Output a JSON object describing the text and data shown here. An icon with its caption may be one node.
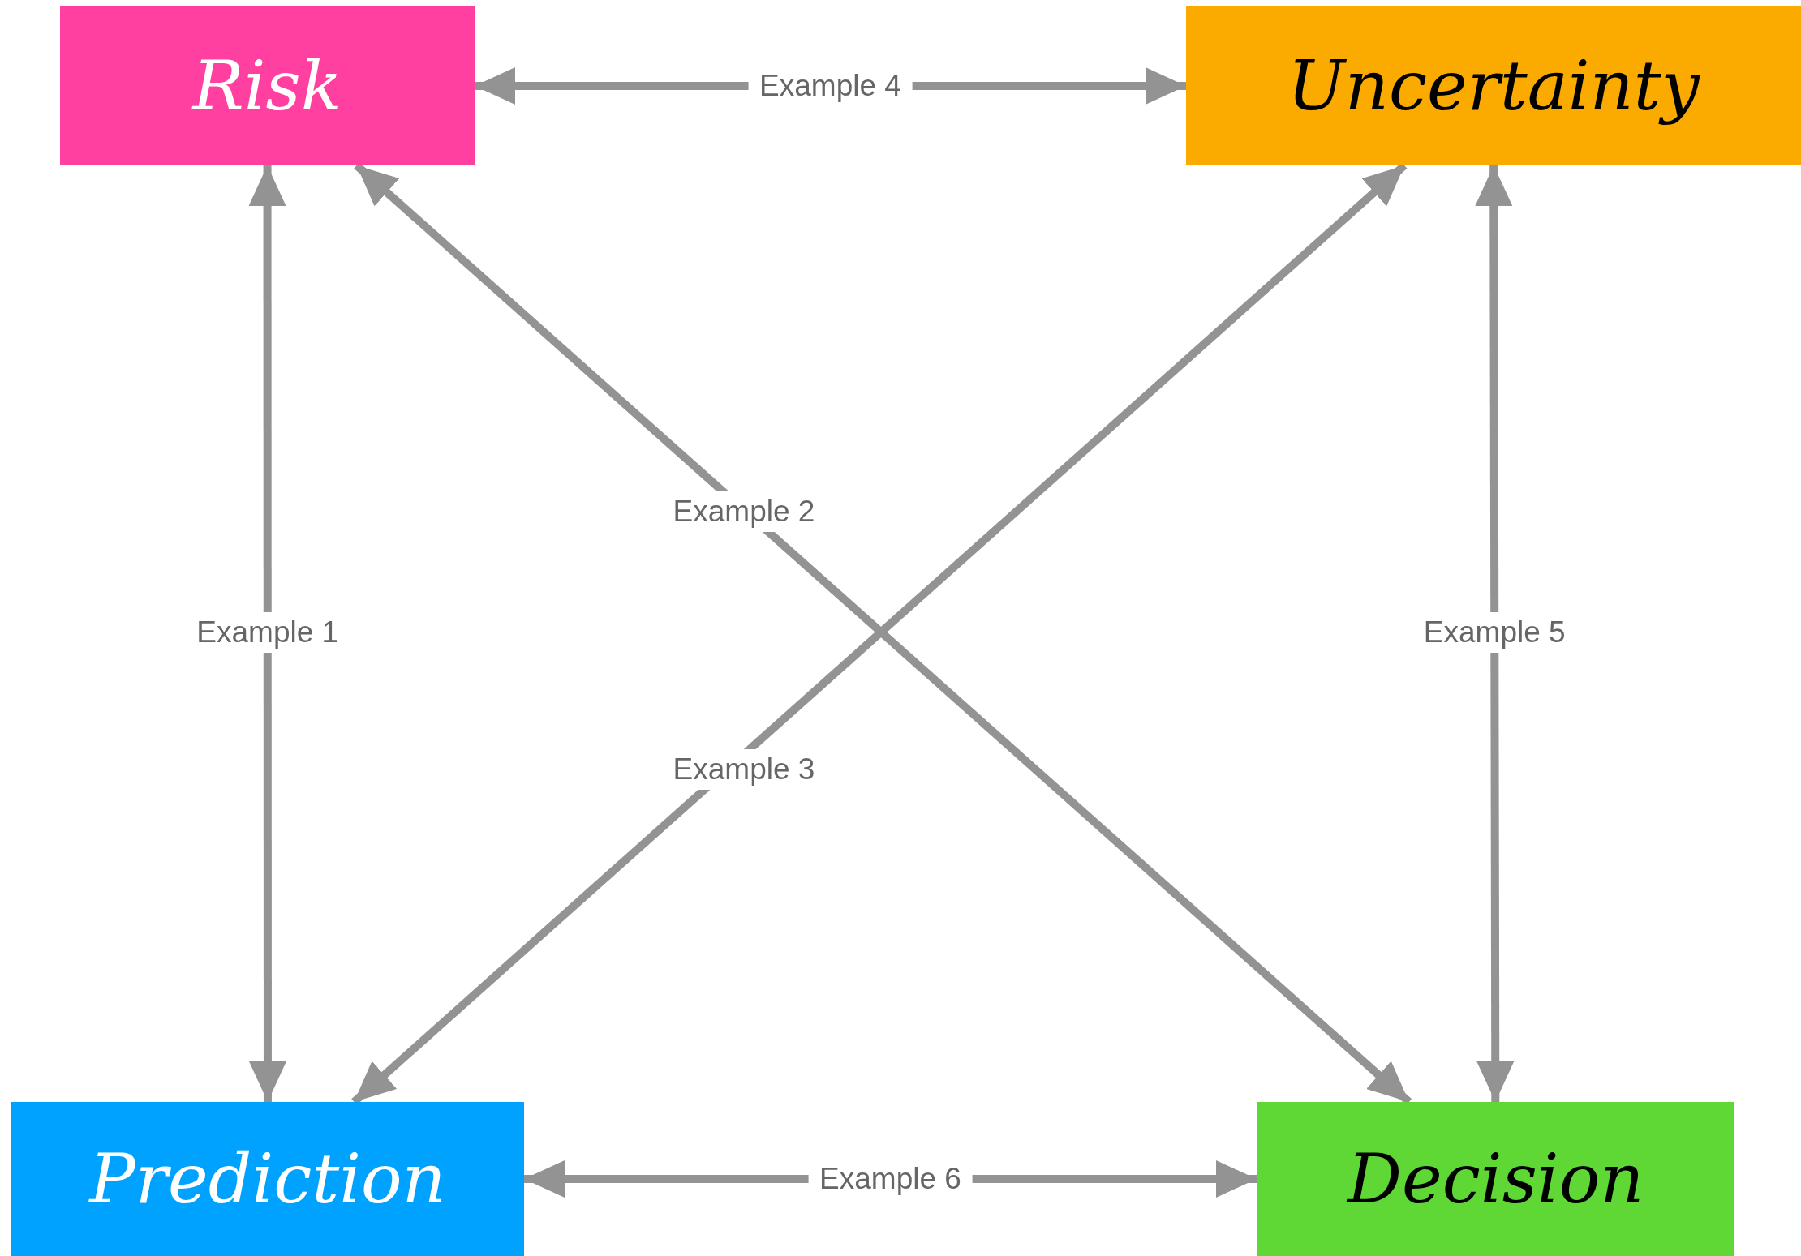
{
  "diagram": {
    "nodes": [
      {
        "text": [
          "Risk"
        ]
      },
      {
        "text": [
          "Uncertainty"
        ]
      },
      {
        "text": [
          "Prediction"
        ]
      },
      {
        "text": [
          "Decision"
        ]
      }
    ],
    "edges": [
      {
        "from": 0,
        "to": 2,
        "arrow": "both",
        "label": "Example 1"
      },
      {
        "from": 3,
        "to": 0,
        "arrow": "both",
        "label": "Example 2"
      },
      {
        "from": 2,
        "to": 1,
        "arrow": "both",
        "label": "Example 3"
      },
      {
        "from": 0,
        "to": 1,
        "arrow": "both",
        "label": "Example 4"
      },
      {
        "from": 1,
        "to": 3,
        "arrow": "both",
        "label": "Example 5"
      },
      {
        "from": 2,
        "to": 3,
        "arrow": "both",
        "label": "Example 6"
      }
    ]
  }
}
